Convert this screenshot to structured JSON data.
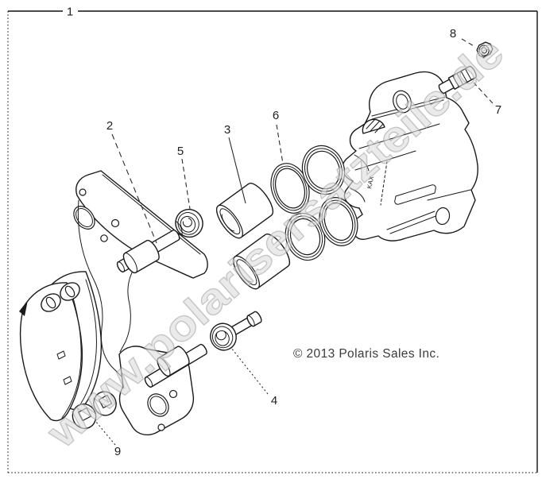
{
  "figure": {
    "type": "exploded-parts-diagram",
    "subject": "rear brake caliper assembly"
  },
  "callouts": [
    {
      "label": "1"
    },
    {
      "label": "2"
    },
    {
      "label": "3"
    },
    {
      "label": "4"
    },
    {
      "label": "5"
    },
    {
      "label": "6"
    },
    {
      "label": "7"
    },
    {
      "label": "8"
    },
    {
      "label": "9"
    }
  ],
  "watermark": {
    "text": "www.polarisersatzteile.de",
    "color": "#cccccc"
  },
  "copyright": {
    "text": "© 2013 Polaris Sales Inc.",
    "color": "#3a3a3a"
  },
  "casting_mark": "KAX",
  "colors": {
    "line": "#1a1a1a",
    "background": "#ffffff"
  }
}
